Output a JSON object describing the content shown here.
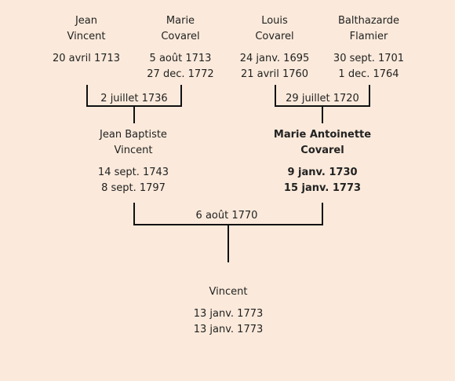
{
  "grandparents": [
    {
      "first": "Jean",
      "last": "Vincent",
      "birth": "20 avril 1713",
      "death": ""
    },
    {
      "first": "Marie",
      "last": "Covarel",
      "birth": "5 août 1713",
      "death": "27 dec. 1772"
    },
    {
      "first": "Louis",
      "last": "Covarel",
      "birth": "24 janv. 1695",
      "death": "21 avril 1760"
    },
    {
      "first": "Balthazarde",
      "last": "Flamier",
      "birth": "30 sept. 1701",
      "death": "1 dec. 1764"
    }
  ],
  "grandparent_marriages": [
    {
      "date": "2 juillet 1736"
    },
    {
      "date": "29 juillet 1720"
    }
  ],
  "parents": [
    {
      "first": "Jean Baptiste",
      "last": "Vincent",
      "birth": "14 sept. 1743",
      "death": "8 sept. 1797"
    },
    {
      "first": "Marie Antoinette",
      "last": "Covarel",
      "birth": "9 janv. 1730",
      "death": "15 janv. 1773"
    }
  ],
  "parent_marriage": {
    "date": "6 août 1770"
  },
  "child": {
    "first": "Vincent",
    "birth": "13 janv. 1773",
    "death": "13 janv. 1773"
  }
}
